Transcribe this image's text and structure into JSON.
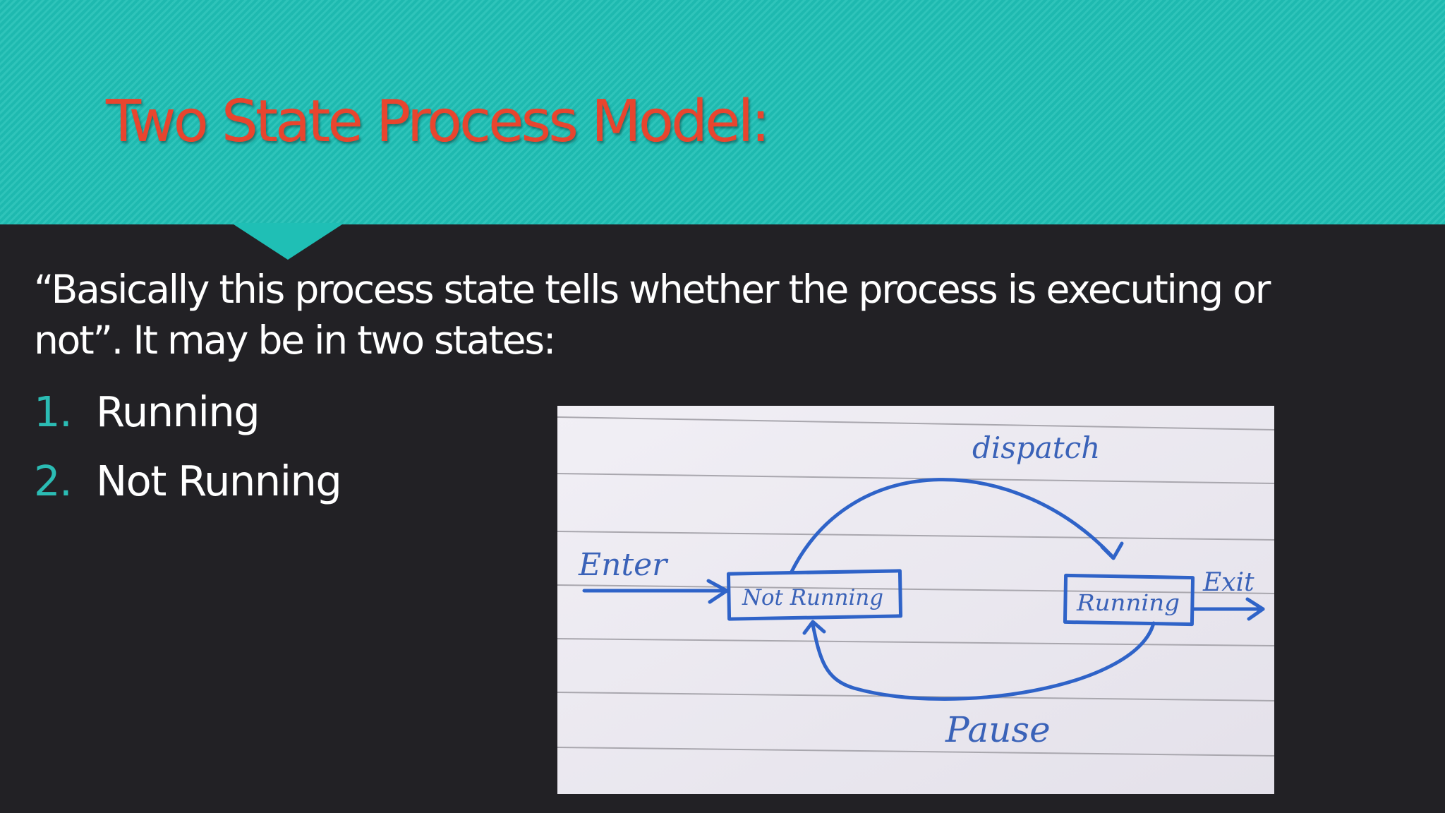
{
  "slide": {
    "title": "Two State Process Model:",
    "intro": "“Basically this process state tells whether the process is executing or not”. It may be in two states:",
    "states": [
      {
        "number": "1.",
        "label": "Running"
      },
      {
        "number": "2.",
        "label": "Not Running"
      }
    ]
  },
  "diagram": {
    "enter_label": "Enter",
    "not_running_label": "Not Running",
    "running_label": "Running",
    "dispatch_label": "dispatch",
    "pause_label": "Pause",
    "exit_label": "Exit"
  },
  "colors": {
    "banner": "#1fbfb5",
    "title": "#e8452e",
    "background": "#222125",
    "list_number": "#2bbcb4",
    "ink": "#2f63c8",
    "paper": "#ece9f1"
  }
}
